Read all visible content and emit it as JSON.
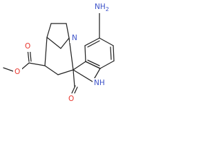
{
  "molecule": {
    "colors": {
      "bond": "#222222",
      "oxygen": "#e8342b",
      "nitrogen": "#3a50c8"
    },
    "labels": {
      "amine": "NH",
      "amine_sub": "2",
      "ring_n": "N",
      "lactam_nh": "NH",
      "lactam_o": "O",
      "ester_o_carbonyl": "O",
      "ester_o_single": "O"
    }
  }
}
